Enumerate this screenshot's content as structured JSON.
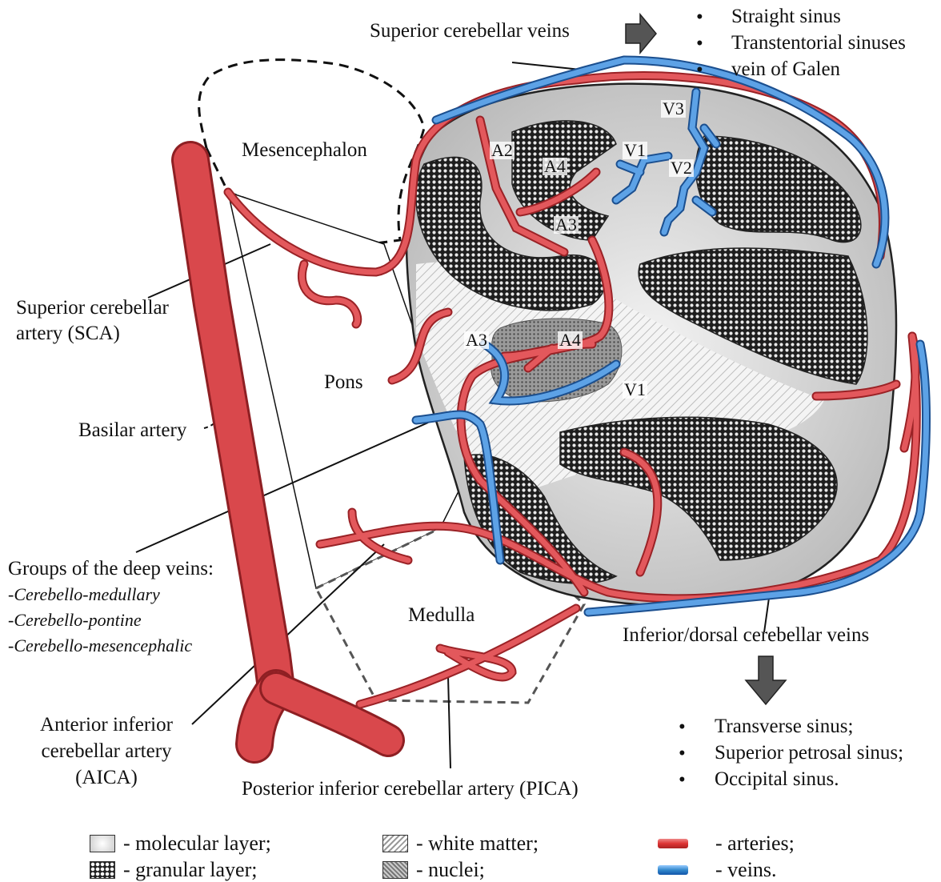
{
  "top_labels": {
    "superior_cerebellar_veins": "Superior cerebellar veins",
    "drain_targets": [
      "Straight sinus",
      "Transtentorial sinuses",
      "vein of Galen"
    ]
  },
  "regions": {
    "mesencephalon": "Mesencephalon",
    "pons": "Pons",
    "medulla": "Medulla"
  },
  "left_labels": {
    "sca": [
      "Superior cerebellar",
      "artery (SCA)"
    ],
    "basilar": "Basilar artery",
    "deep_veins_title": "Groups of the deep veins:",
    "deep_veins": [
      "-Cerebello-medullary",
      "-Cerebello-pontine",
      "-Cerebello-mesencephalic"
    ],
    "aica": [
      "Anterior inferior",
      "cerebellar artery",
      "(AICA)"
    ]
  },
  "bottom_labels": {
    "pica": "Posterior inferior cerebellar artery (PICA)",
    "inferior_veins": "Inferior/dorsal cerebellar veins",
    "drain_targets": [
      "Transverse sinus;",
      "Superior petrosal sinus;",
      "Occipital sinus."
    ]
  },
  "segment_tags": {
    "a2": "A2",
    "a4_top": "A4",
    "a3_top": "A3",
    "v1_top": "V1",
    "v2": "V2",
    "v3": "V3",
    "a3_mid": "A3",
    "a4_mid": "A4",
    "v1_mid": "V1"
  },
  "bullet_char": "•",
  "legend": [
    {
      "swatch": "molecular",
      "label": "- molecular layer;"
    },
    {
      "swatch": "granular",
      "label": "- granular layer;"
    },
    {
      "swatch": "white",
      "label": "- white matter;"
    },
    {
      "swatch": "nuclei",
      "label": "- nuclei;"
    },
    {
      "swatch": "arteries",
      "label": "- arteries;"
    },
    {
      "swatch": "veins",
      "label": "- veins."
    }
  ],
  "colors": {
    "artery": "#d9484c",
    "artery_dark": "#9a2226",
    "vein": "#3d7fcc",
    "vein_dark": "#1b4f8f",
    "molecular": "#d4d4d4",
    "granular": "#1c1c1c",
    "arrow": "#555555"
  }
}
